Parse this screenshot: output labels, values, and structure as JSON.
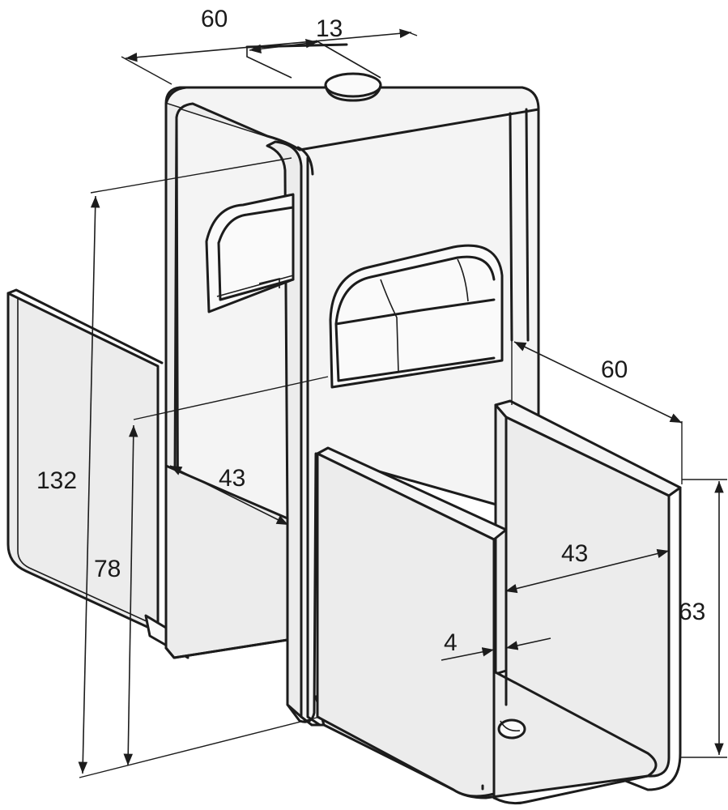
{
  "dimensions": {
    "top_width": "60",
    "slot_width": "13",
    "total_height": "132",
    "inner_height": "78",
    "inner_width_left": "43",
    "channel_width": "60",
    "inner_width_right": "43",
    "thickness": "4",
    "channel_height": "63"
  },
  "colors": {
    "line": "#1c1c1c",
    "fill": "#f4f4f4",
    "background": "#ffffff"
  }
}
